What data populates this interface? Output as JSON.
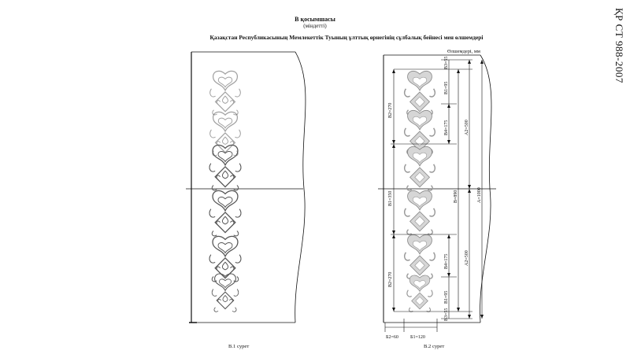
{
  "annex": {
    "title": "В қосымшасы",
    "status": "(міндетті)"
  },
  "standard_code": "ҚР СТ 988-2007",
  "document_title": "Қазақстан Республикасының Мемлекеттік Туының ұлттық өрнегінің сұлбалық бейнесі мен өлшемдері",
  "units_label": "Өлшемдері, мм",
  "figures": {
    "left_caption": "В.1 сурет",
    "right_caption": "В.2 сурет"
  },
  "dimensions": {
    "top_b3": "В3=55",
    "top_b1": "В1=95",
    "b2_upper": "В2=270",
    "b4_upper": "В4=175",
    "a2_upper": "А2=500",
    "b1_mid": "В1=350",
    "b_total": "В=890",
    "a1": "А=1000",
    "b2_lower": "В2=270",
    "b4_lower": "В4=175",
    "a2_lower": "А2=500",
    "bottom_b1": "В1=95",
    "bottom_b3": "В3=55",
    "bottom_b2": "Б2=60",
    "bottom_b1w": "Б1=120"
  }
}
